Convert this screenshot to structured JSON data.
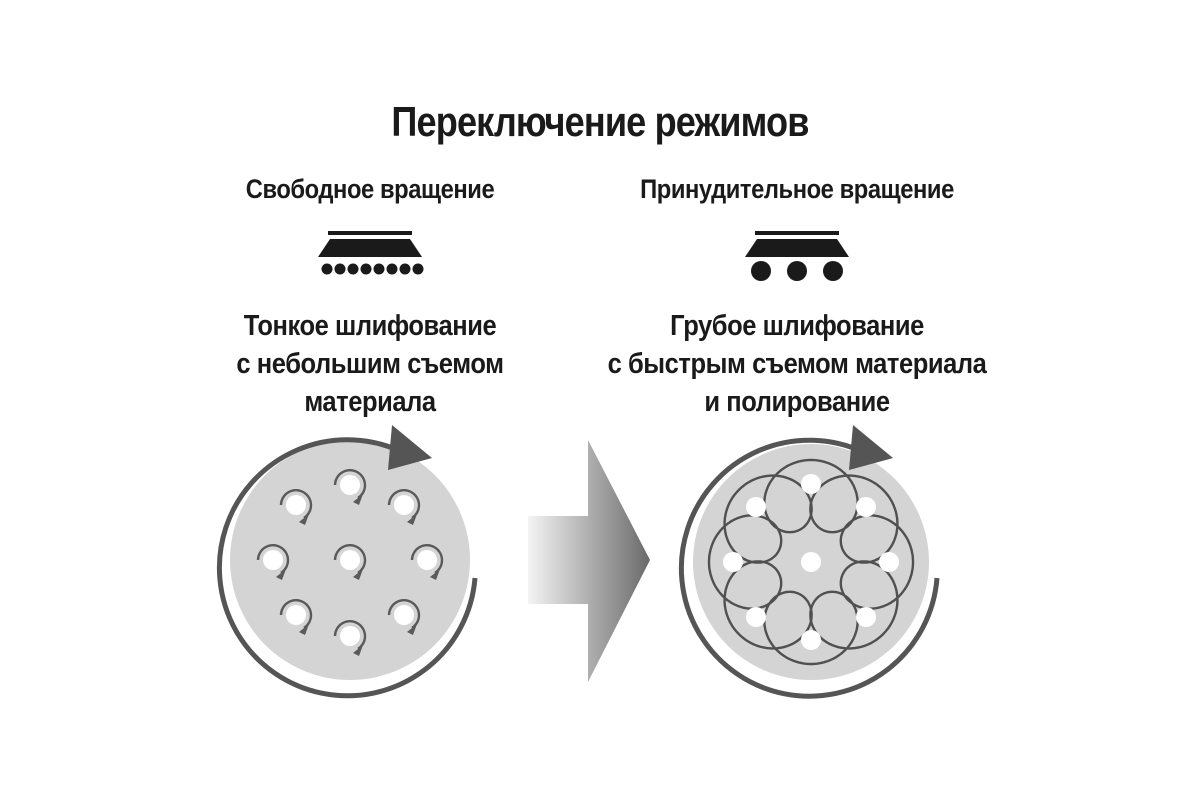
{
  "title": "Переключение режимов",
  "modes": [
    {
      "name": "Свободное вращение",
      "description": [
        "Тонкое шлифование",
        "с небольшим съемом",
        "материала"
      ],
      "icon": "sander-fine-pad-icon"
    },
    {
      "name": "Принудительное вращение",
      "description": [
        "Грубое шлифование",
        "с быстрым съемом материала",
        "и полирование"
      ],
      "icon": "sander-coarse-pad-icon"
    }
  ],
  "colors": {
    "text": "#1a1a1a",
    "disc_fill": "#d4d4d4",
    "disc_ring": "#555555",
    "arrow_light": "#f2f2f2",
    "arrow_dark": "#6e6e6e"
  }
}
